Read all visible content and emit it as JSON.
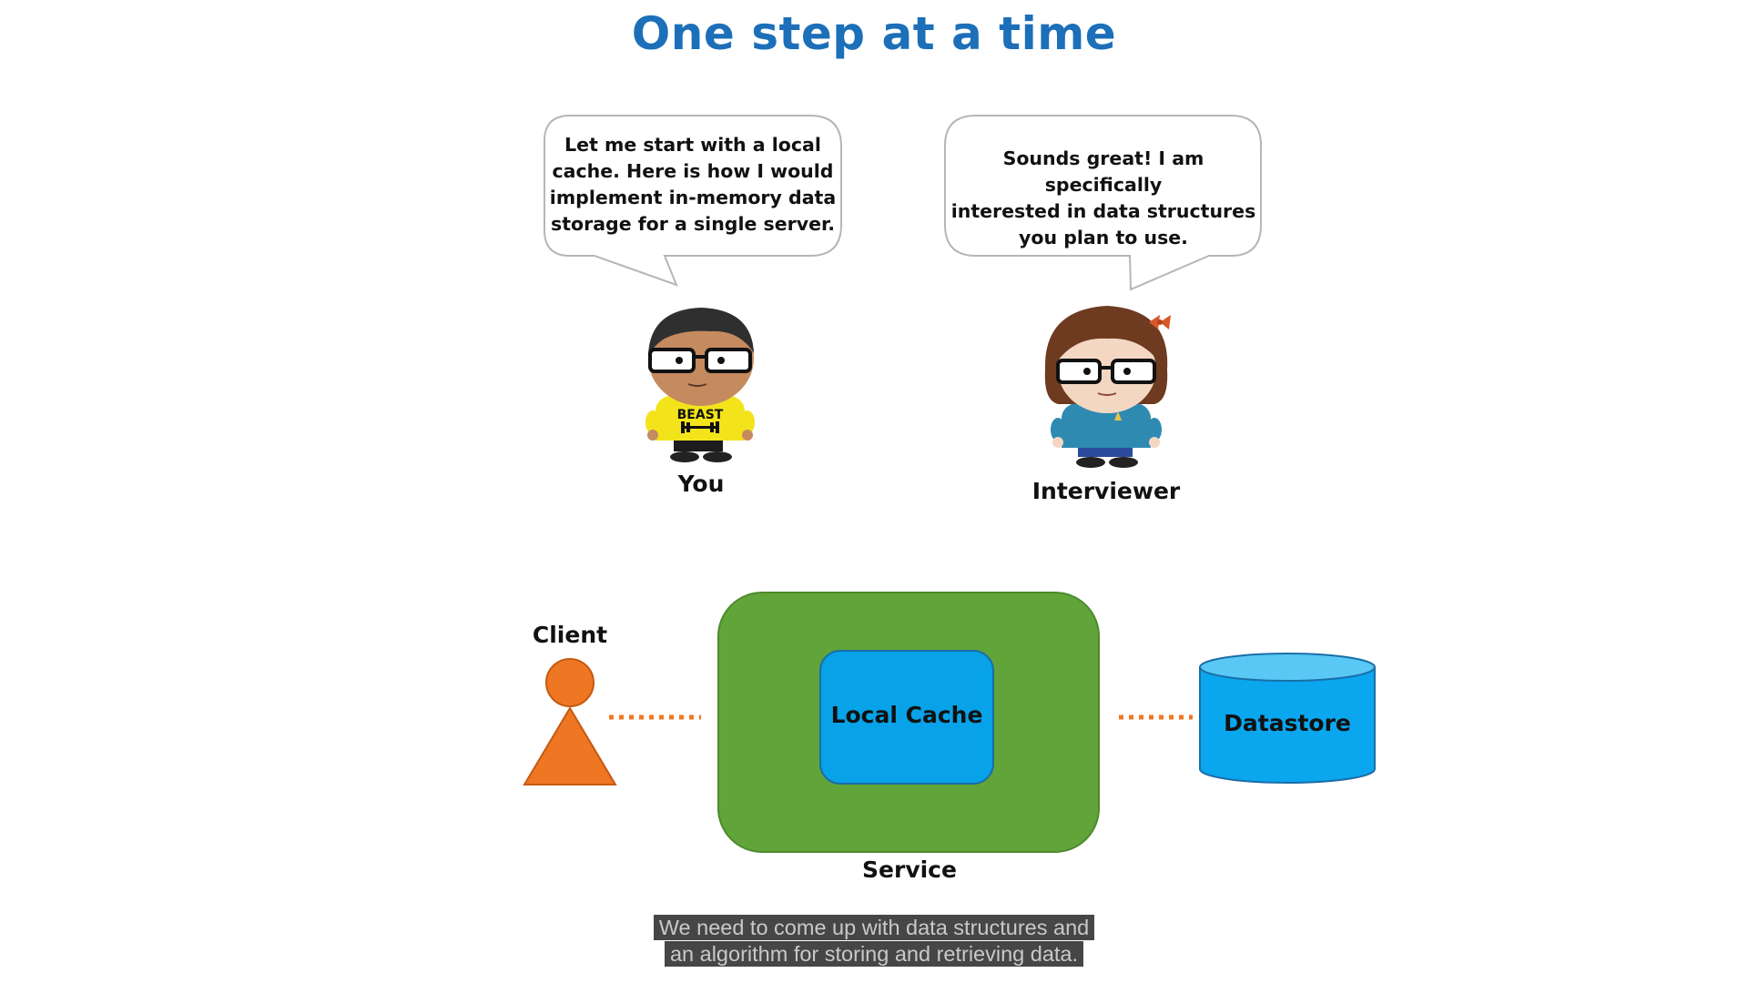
{
  "slide": {
    "title": "One step at a time",
    "title_color": "#1c6fb8"
  },
  "dialogue": {
    "you_bubble": {
      "lines": [
        "Let me start with a local",
        "cache. Here is how I would",
        "implement in-memory data",
        "storage for a single server."
      ]
    },
    "interviewer_bubble": {
      "lines": [
        "Sounds great! I am specifically",
        "interested in data structures",
        "you plan to use."
      ]
    },
    "you_label": "You",
    "interviewer_label": "Interviewer",
    "you_shirt_text": "BEAST"
  },
  "diagram": {
    "client_label": "Client",
    "service_label": "Service",
    "cache_label": "Local Cache",
    "datastore_label": "Datastore",
    "colors": {
      "client": "#ef7623",
      "service": "#61a53a",
      "cache": "#08a2e8",
      "datastore": "#0aa6ee",
      "connector": "#ef7623"
    }
  },
  "captions": {
    "line1": "We need to come up with data structures and",
    "line2": "an algorithm for storing and retrieving data."
  }
}
